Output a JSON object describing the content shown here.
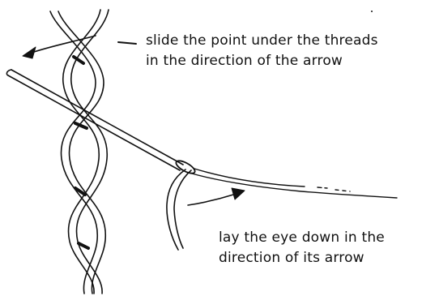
{
  "annotations": {
    "top": {
      "line1": "slide the point under the threads",
      "line2": "in the direction of the arrow"
    },
    "bottom": {
      "line1": "lay the eye down in the",
      "line2": "direction of its arrow"
    }
  }
}
